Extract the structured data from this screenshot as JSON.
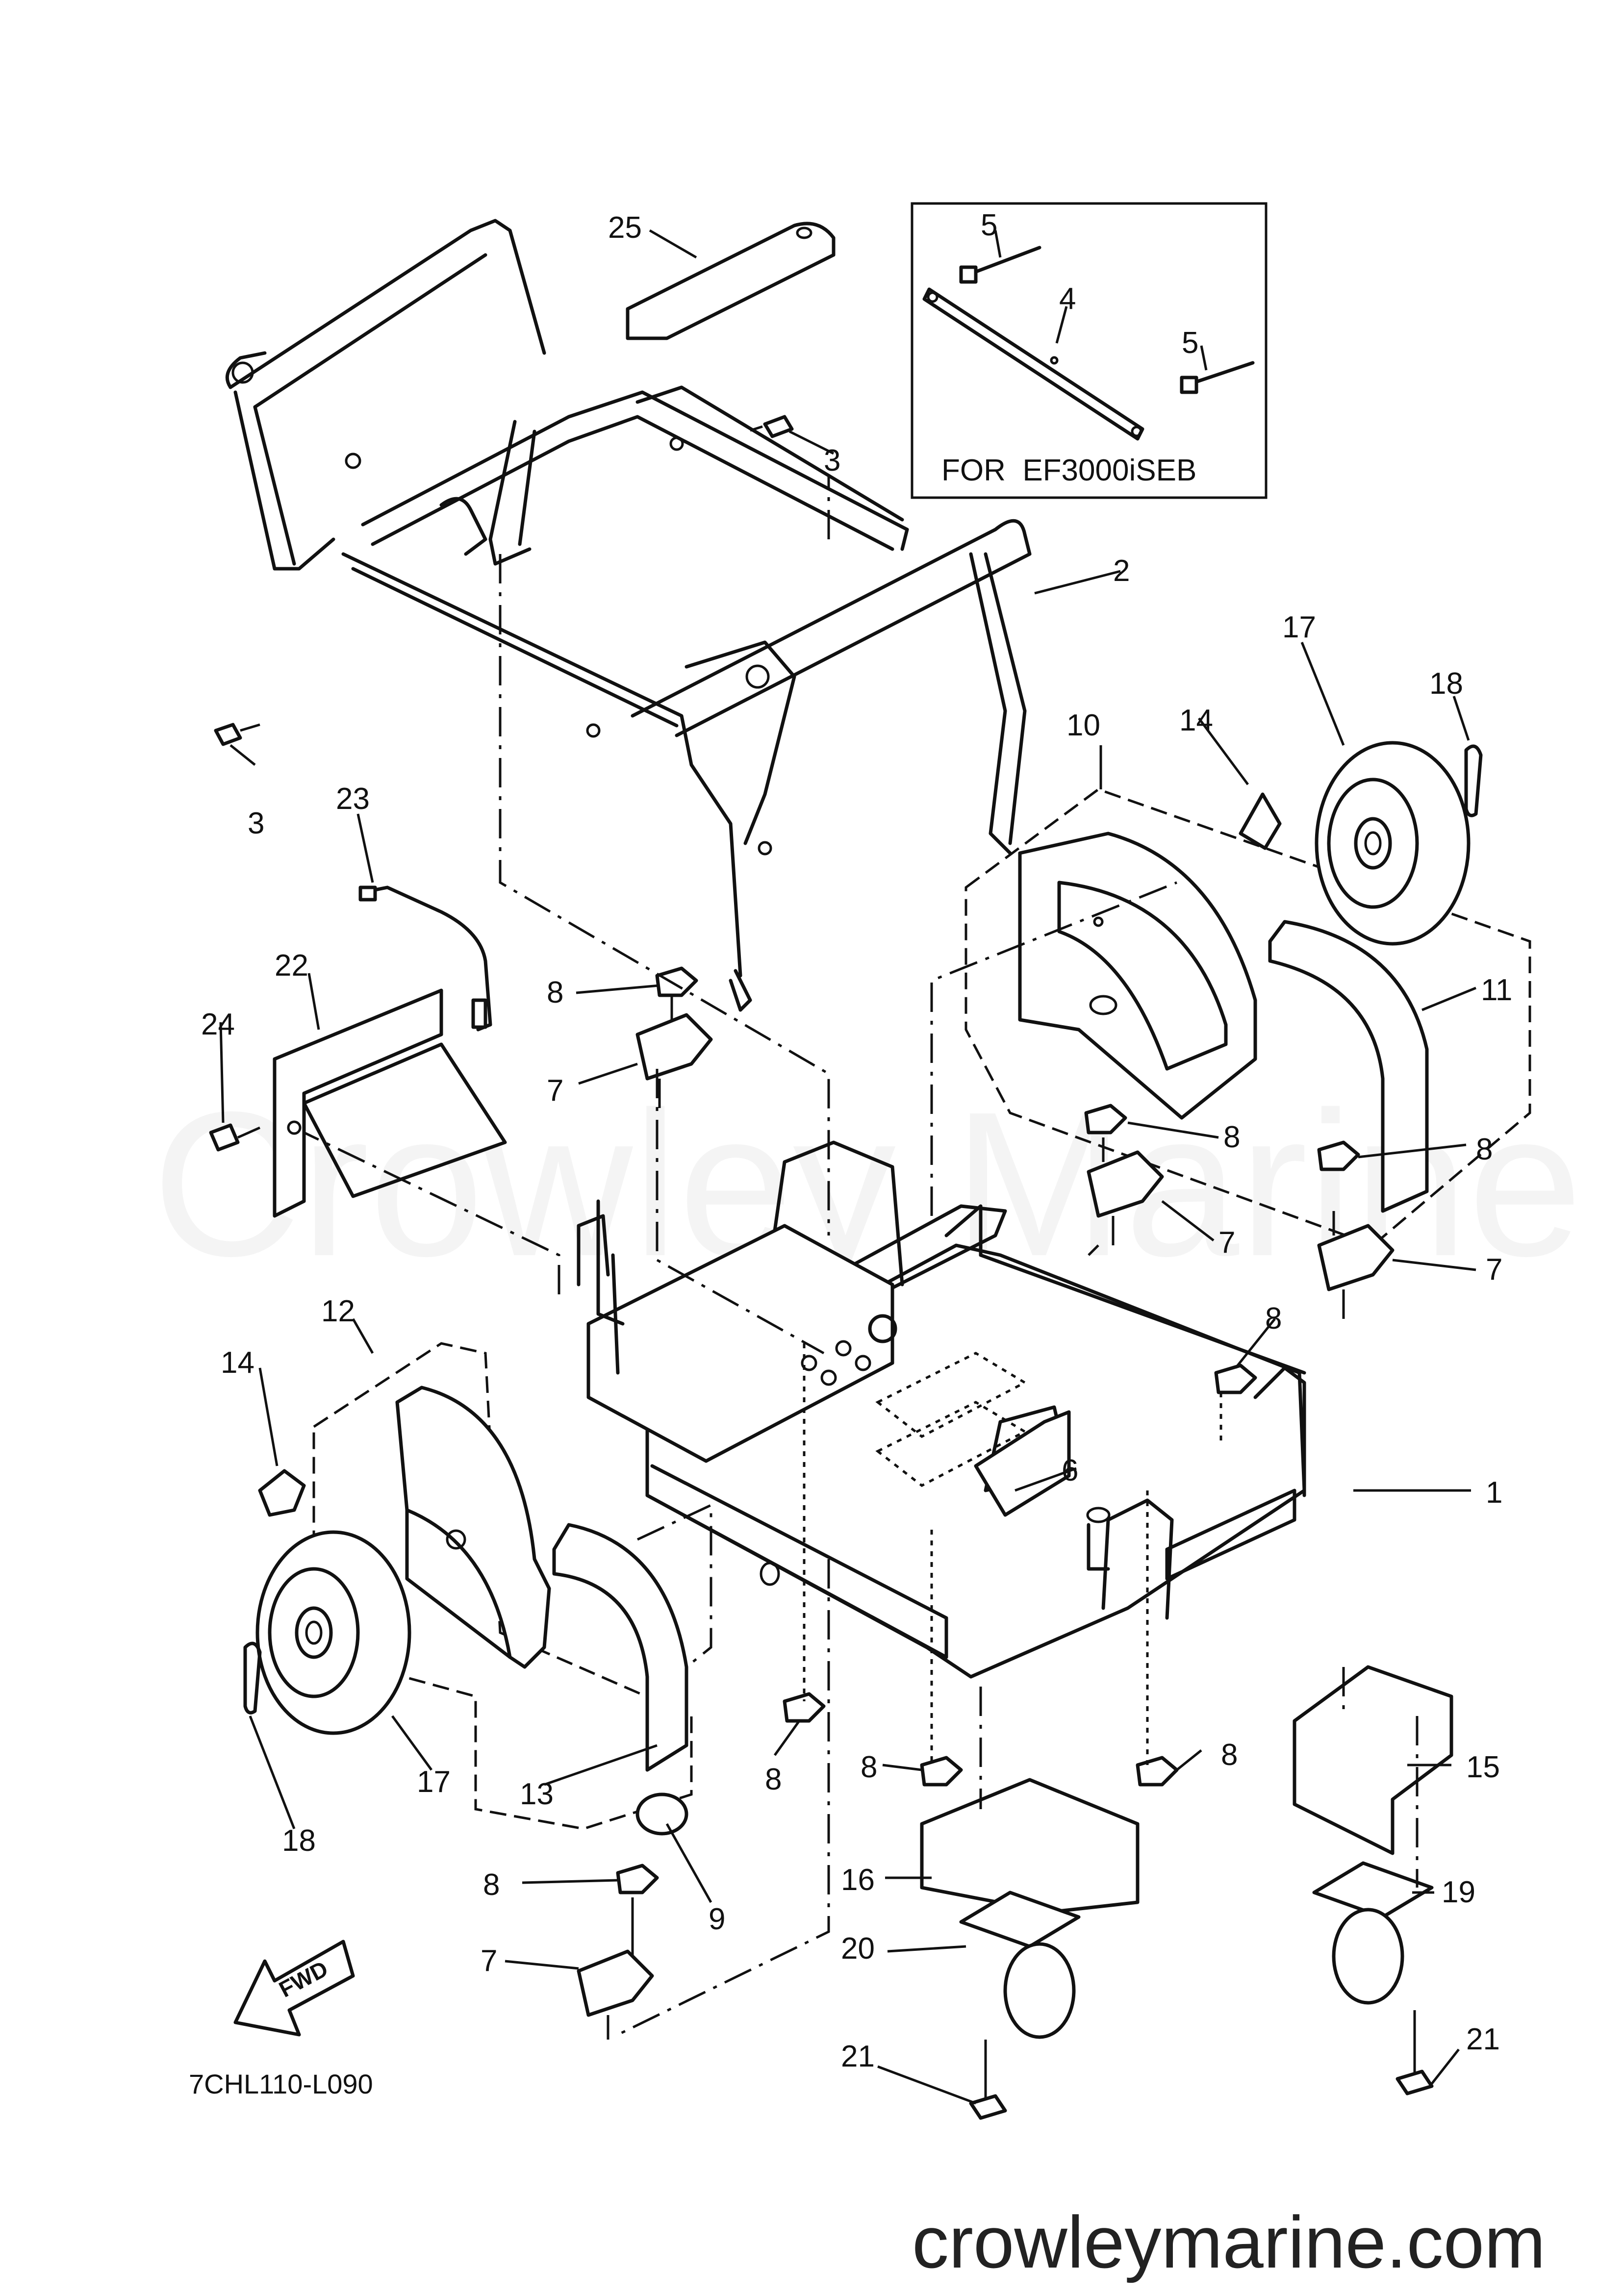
{
  "diagram": {
    "drawing_code": "7CHL110-L090",
    "variant_note": "FOR  EF3000iSEB",
    "watermark": "Crowley Marine",
    "website": "crowleymarine.com",
    "direction_label": "FWD",
    "callouts": [
      {
        "id": "c25",
        "text": "25"
      },
      {
        "id": "c5a",
        "text": "5"
      },
      {
        "id": "c4",
        "text": "4"
      },
      {
        "id": "c5b",
        "text": "5"
      },
      {
        "id": "c3a",
        "text": "3"
      },
      {
        "id": "c2",
        "text": "2"
      },
      {
        "id": "c3b",
        "text": "3"
      },
      {
        "id": "c23",
        "text": "23"
      },
      {
        "id": "c22",
        "text": "22"
      },
      {
        "id": "c24",
        "text": "24"
      },
      {
        "id": "c8a",
        "text": "8"
      },
      {
        "id": "c7a",
        "text": "7"
      },
      {
        "id": "c10",
        "text": "10"
      },
      {
        "id": "c14a",
        "text": "14"
      },
      {
        "id": "c17a",
        "text": "17"
      },
      {
        "id": "c18a",
        "text": "18"
      },
      {
        "id": "c11",
        "text": "11"
      },
      {
        "id": "c8b",
        "text": "8"
      },
      {
        "id": "c7b",
        "text": "7"
      },
      {
        "id": "c8c",
        "text": "8"
      },
      {
        "id": "c7c",
        "text": "7"
      },
      {
        "id": "c8d",
        "text": "8"
      },
      {
        "id": "c12",
        "text": "12"
      },
      {
        "id": "c14b",
        "text": "14"
      },
      {
        "id": "c6",
        "text": "6"
      },
      {
        "id": "c1",
        "text": "1"
      },
      {
        "id": "c17b",
        "text": "17"
      },
      {
        "id": "c18b",
        "text": "18"
      },
      {
        "id": "c13",
        "text": "13"
      },
      {
        "id": "c8e",
        "text": "8"
      },
      {
        "id": "c8f",
        "text": "8"
      },
      {
        "id": "c8g",
        "text": "8"
      },
      {
        "id": "c15",
        "text": "15"
      },
      {
        "id": "c8h",
        "text": "8"
      },
      {
        "id": "c9",
        "text": "9"
      },
      {
        "id": "c16",
        "text": "16"
      },
      {
        "id": "c19",
        "text": "19"
      },
      {
        "id": "c7d",
        "text": "7"
      },
      {
        "id": "c20",
        "text": "20"
      },
      {
        "id": "c21a",
        "text": "21"
      },
      {
        "id": "c21b",
        "text": "21"
      }
    ]
  }
}
